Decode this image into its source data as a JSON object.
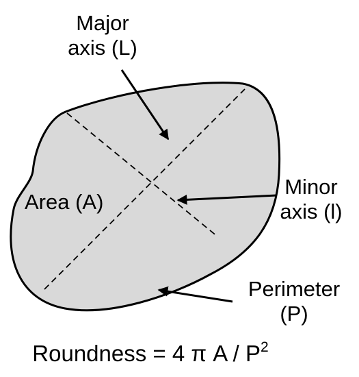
{
  "labels": {
    "major_axis": {
      "line1": "Major",
      "line2": "axis (L)"
    },
    "area": "Area (A)",
    "minor_axis": {
      "line1": "Minor",
      "line2": "axis (l)"
    },
    "perimeter": {
      "line1": "Perimeter",
      "line2": "(P)"
    }
  },
  "formula": {
    "text": "Roundness = 4 π A / P",
    "exponent": "2"
  },
  "colors": {
    "shape_fill": "#d9d9d9",
    "stroke": "#000000",
    "background": "#ffffff"
  }
}
